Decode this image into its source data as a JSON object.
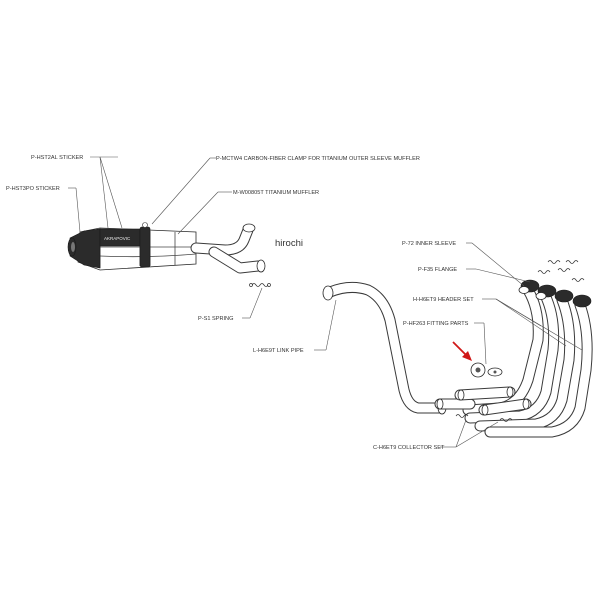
{
  "labels": {
    "sticker_top": "P-HST2AL  STICKER",
    "sticker_left": "P-HST3PO  STICKER",
    "clamp": "P-MCTW4  CARBON-FIBER CLAMP FOR TITANIUM OUTER SLEEVE MUFFLER",
    "muffler": "M-W00805T  TITANIUM MUFFLER",
    "spring": "P-S1  SPRING",
    "link_pipe": "L-H6E9T  LINK PIPE",
    "inner_sleeve": "P-72  INNER SLEEVE",
    "flange": "P-F35  FLANGE",
    "header_set": "H-H6ET9  HEADER SET",
    "fitting_parts": "P-HF263  FITTING PARTS",
    "collector_set": "C-H6ET9  COLLECTOR SET"
  },
  "watermark": "hirochi",
  "colors": {
    "line": "#333333",
    "muffler_dark": "#2b2b2b",
    "arrow": "#d01818",
    "background": "#ffffff"
  }
}
